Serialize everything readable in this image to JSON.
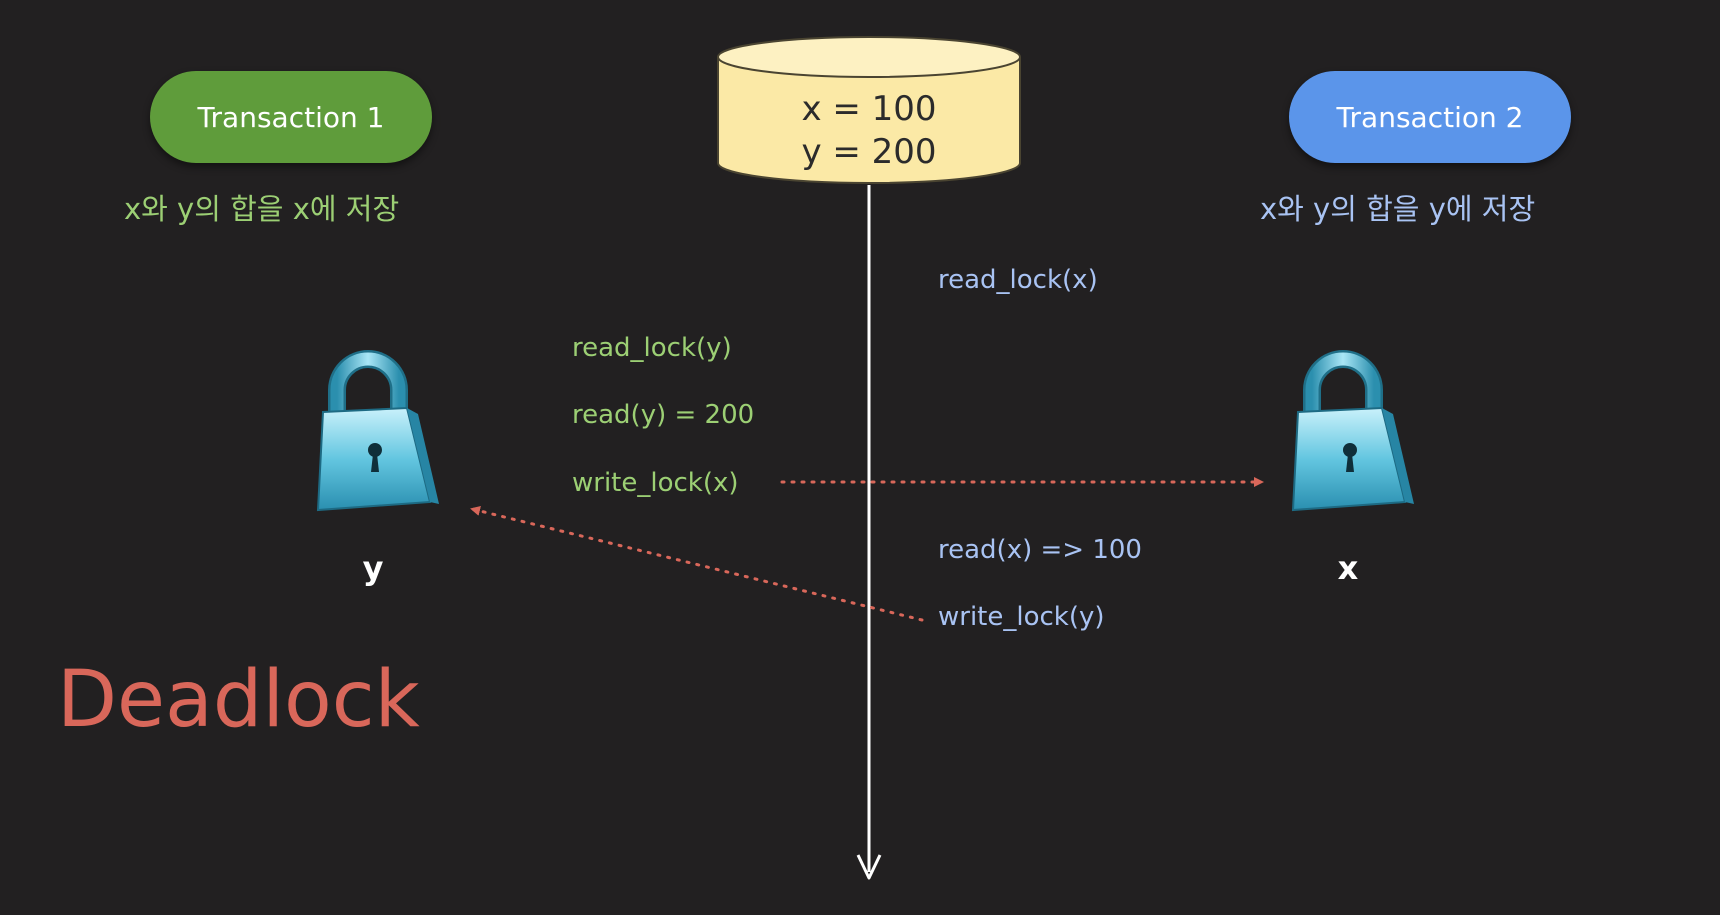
{
  "database": {
    "line1": "x = 100",
    "line2": "y = 200"
  },
  "transaction1": {
    "label": "Transaction 1",
    "goal": "x와 y의 합을 x에 저장",
    "ops": [
      "read_lock(y)",
      "read(y) = 200",
      "write_lock(x)"
    ]
  },
  "transaction2": {
    "label": "Transaction 2",
    "goal": "x와 y의 합을 y에 저장",
    "ops": [
      "read_lock(x)",
      "read(x) => 100",
      "write_lock(y)"
    ]
  },
  "locks": {
    "left": "y",
    "right": "x"
  },
  "status": "Deadlock",
  "colors": {
    "background": "#222021",
    "transaction1": "#5f9c3b",
    "transaction2": "#5b95ea",
    "database": "#fbe9a6",
    "arrow": "#d9675a",
    "lock": "#4ab8d4"
  }
}
